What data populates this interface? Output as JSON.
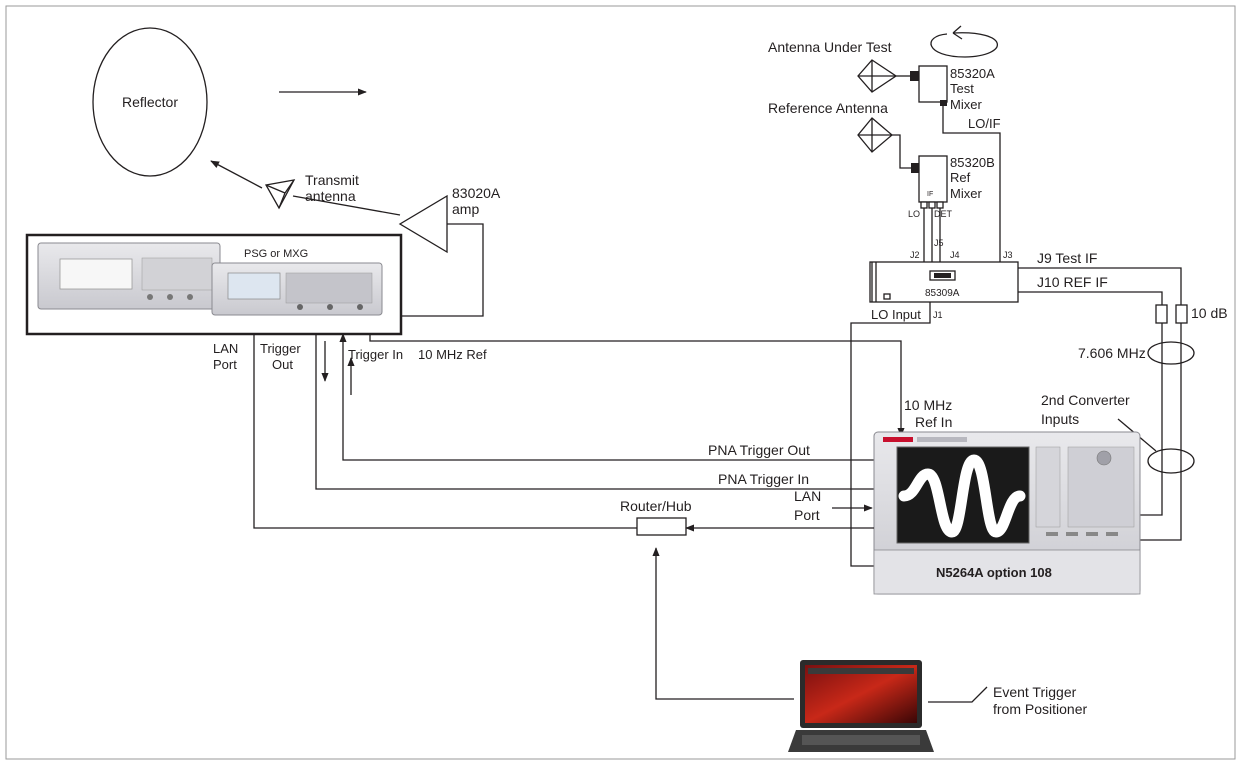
{
  "labels": {
    "reflector": "Reflector",
    "transmit_antenna_1": "Transmit",
    "transmit_antenna_2": "antenna",
    "amp_model": "83020A",
    "amp_word": "amp",
    "psg_mxg": "PSG or MXG",
    "lan_port_1": "LAN",
    "lan_port_2": "Port",
    "trigger_out_1": "Trigger",
    "trigger_out_2": "Out",
    "trigger_in": "Trigger In",
    "ref_10mhz": "10 MHz Ref",
    "antenna_under_test": "Antenna Under Test",
    "test_mixer_1": "85320A",
    "test_mixer_2": "Test",
    "test_mixer_3": "Mixer",
    "lo_if": "LO/IF",
    "reference_antenna": "Reference Antenna",
    "ref_mixer_1": "85320B",
    "ref_mixer_2": "Ref",
    "ref_mixer_3": "Mixer",
    "mixer_if": "IF",
    "mixer_lo": "LO",
    "mixer_det": "DET",
    "j2": "J2",
    "j5": "J5",
    "j4": "J4",
    "j3": "J3",
    "j1": "J1",
    "j9": "J9 Test IF",
    "j10": "J10 REF IF",
    "model_85309a": "85309A",
    "lo_input": "LO Input",
    "attenuator": "10 dB",
    "freq": "7.606 MHz",
    "second_converter_1": "2nd Converter",
    "second_converter_2": "Inputs",
    "ref_in_1": "10 MHz",
    "ref_in_2": "Ref In",
    "pna_trigger_out": "PNA Trigger Out",
    "pna_trigger_in": "PNA Trigger In",
    "pna_lan_1": "LAN",
    "pna_lan_2": "Port",
    "router_hub": "Router/Hub",
    "n5264a": "N5264A option 108",
    "event_trigger_1": "Event Trigger",
    "event_trigger_2": "from Positioner"
  }
}
